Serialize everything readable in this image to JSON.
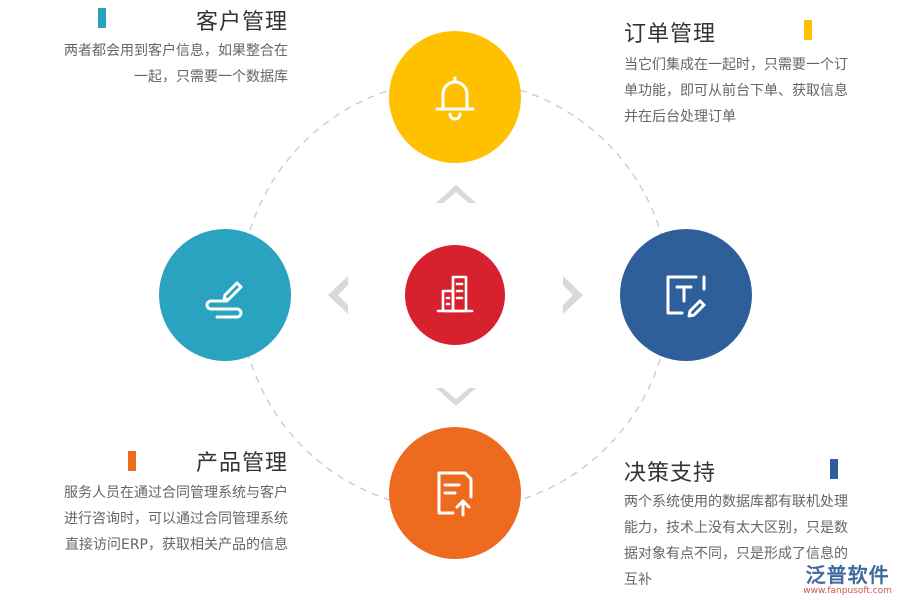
{
  "colors": {
    "top": "#ffc000",
    "left": "#2aa3c0",
    "right": "#2e5f9a",
    "bottom": "#ee6a1f",
    "center": "#d7212e",
    "ring": "#cfcfcf",
    "arrow": "#d9d9d9"
  },
  "icons": {
    "top": "bell-icon",
    "left": "pen-icon",
    "right": "text-edit-icon",
    "bottom": "document-upload-icon",
    "center": "buildings-icon"
  },
  "customer": {
    "title": "客户管理",
    "lines": [
      "两者都会用到客户信息，如果整合在",
      "一起，只需要一个数据库"
    ]
  },
  "order": {
    "title": "订单管理",
    "lines": [
      "当它们集成在一起时，只需要一个订",
      "单功能，即可从前台下单、获取信息",
      "并在后台处理订单"
    ]
  },
  "product": {
    "title": "产品管理",
    "lines": [
      "服务人员在通过合同管理系统与客户",
      "进行咨询时，可以通过合同管理系统",
      "直接访问ERP，获取相关产品的信息"
    ]
  },
  "decision": {
    "title": "决策支持",
    "lines": [
      "两个系统使用的数据库都有联机处理",
      "能力，技术上没有太大区别，只是数",
      "据对象有点不同，只是形成了信息的",
      "互补"
    ]
  },
  "watermark": {
    "brand": "泛普软件",
    "url": "www.fanpusoft.com"
  }
}
